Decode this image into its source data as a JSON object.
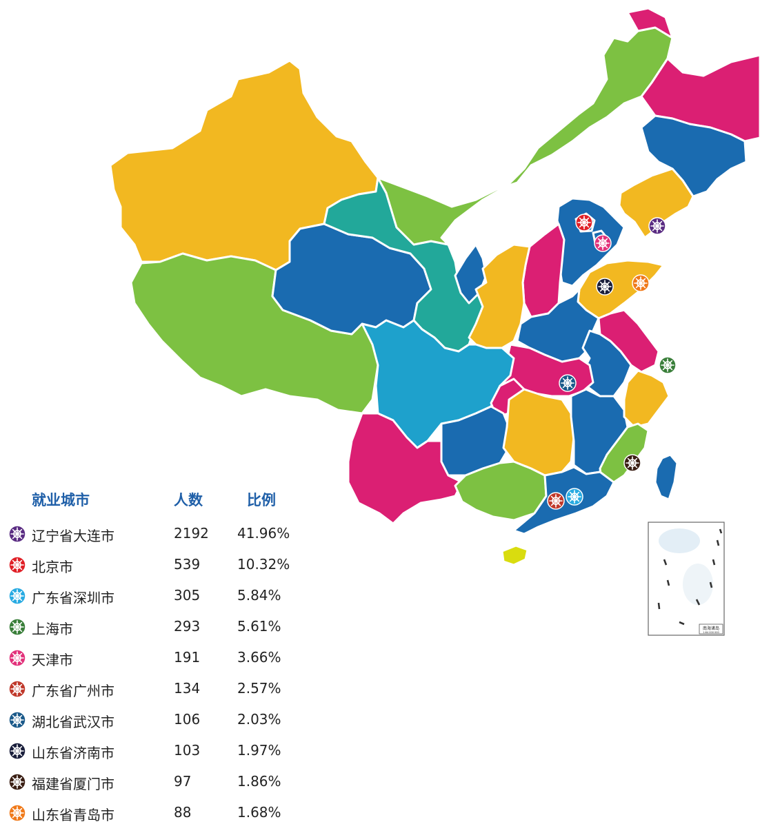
{
  "legend": {
    "headers": {
      "city": "就业城市",
      "count": "人数",
      "ratio": "比例"
    },
    "rows": [
      {
        "city": "辽宁省大连市",
        "count": "2192",
        "ratio": "41.96%",
        "color": "#5b2d83"
      },
      {
        "city": "北京市",
        "count": "539",
        "ratio": "10.32%",
        "color": "#e02027"
      },
      {
        "city": "广东省深圳市",
        "count": "305",
        "ratio": "5.84%",
        "color": "#29abe2"
      },
      {
        "city": "上海市",
        "count": "293",
        "ratio": "5.61%",
        "color": "#3a7f3a"
      },
      {
        "city": "天津市",
        "count": "191",
        "ratio": "3.66%",
        "color": "#e2327b"
      },
      {
        "city": "广东省广州市",
        "count": "134",
        "ratio": "2.57%",
        "color": "#c0392b"
      },
      {
        "city": "湖北省武汉市",
        "count": "106",
        "ratio": "2.03%",
        "color": "#1b5a8a"
      },
      {
        "city": "山东省济南市",
        "count": "103",
        "ratio": "1.97%",
        "color": "#1a1f3c"
      },
      {
        "city": "福建省厦门市",
        "count": "97",
        "ratio": "1.86%",
        "color": "#3b1f14"
      },
      {
        "city": "山东省青岛市",
        "count": "88",
        "ratio": "1.68%",
        "color": "#f07a1a"
      }
    ]
  },
  "map": {
    "inset_label": "南海诸岛",
    "inset_scale": "1:64 000 000",
    "colors": {
      "yellow": "#f2b821",
      "green": "#7dc142",
      "blue": "#1a6bb0",
      "magenta": "#db1f73",
      "teal": "#22a89a",
      "lightblue": "#1ea1cc",
      "lime": "#d9dc0f"
    }
  }
}
